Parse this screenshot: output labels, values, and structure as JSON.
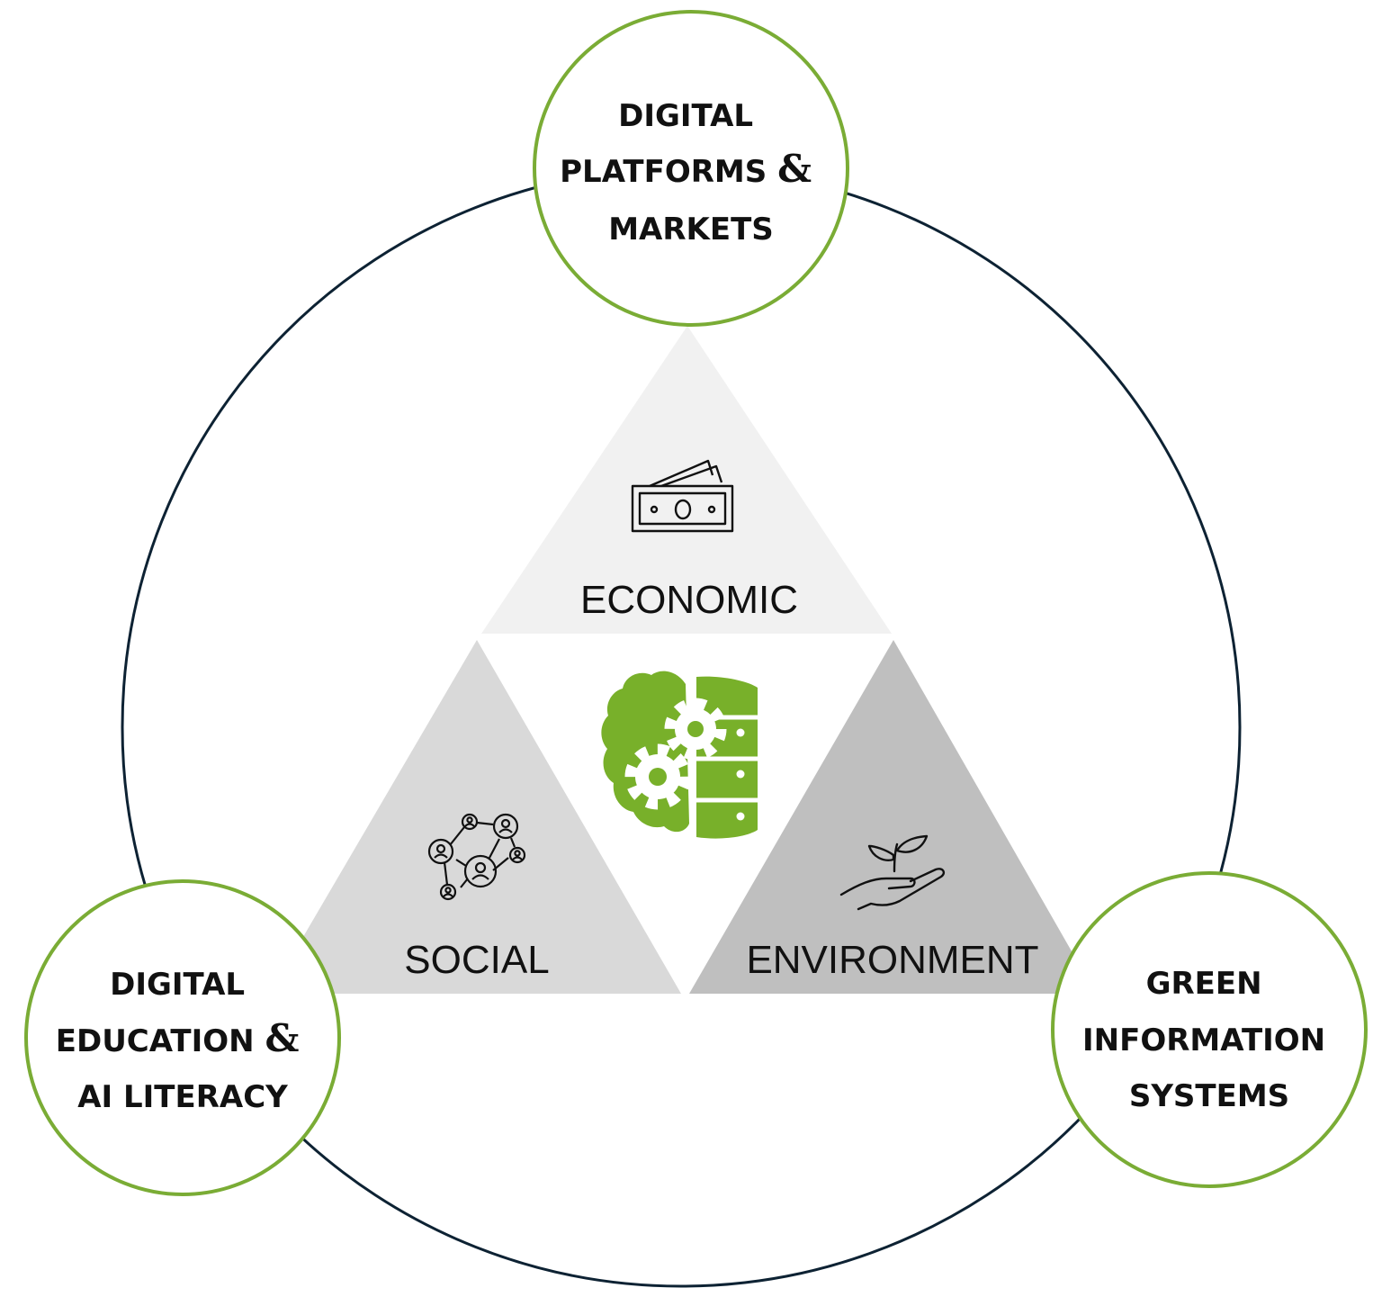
{
  "colors": {
    "ring": "#0d2233",
    "green_border": "#7aac35",
    "accent_green": "#78b02a",
    "economic_fill": "#f1f1f1",
    "social_fill": "#d9d9d9",
    "environment_fill": "#bfbfbf",
    "text": "#111111"
  },
  "triangles": {
    "economic": {
      "label": "ECONOMIC",
      "icon": "money-bill-icon"
    },
    "social": {
      "label": "SOCIAL",
      "icon": "people-network-icon"
    },
    "environment": {
      "label": "ENVIRONMENT",
      "icon": "hand-plant-icon"
    }
  },
  "center": {
    "icon": "brain-database-gears-icon"
  },
  "nodes": {
    "top": {
      "line1": "DIGITAL",
      "line2": "PLATFORMS",
      "amp": "&",
      "line3": "MARKETS"
    },
    "left": {
      "line1": "DIGITAL",
      "line2": "EDUCATION",
      "amp": "&",
      "line3": "AI LITERACY"
    },
    "right": {
      "line1": "GREEN",
      "line2": "INFORMATION",
      "line3": "SYSTEMS"
    }
  }
}
